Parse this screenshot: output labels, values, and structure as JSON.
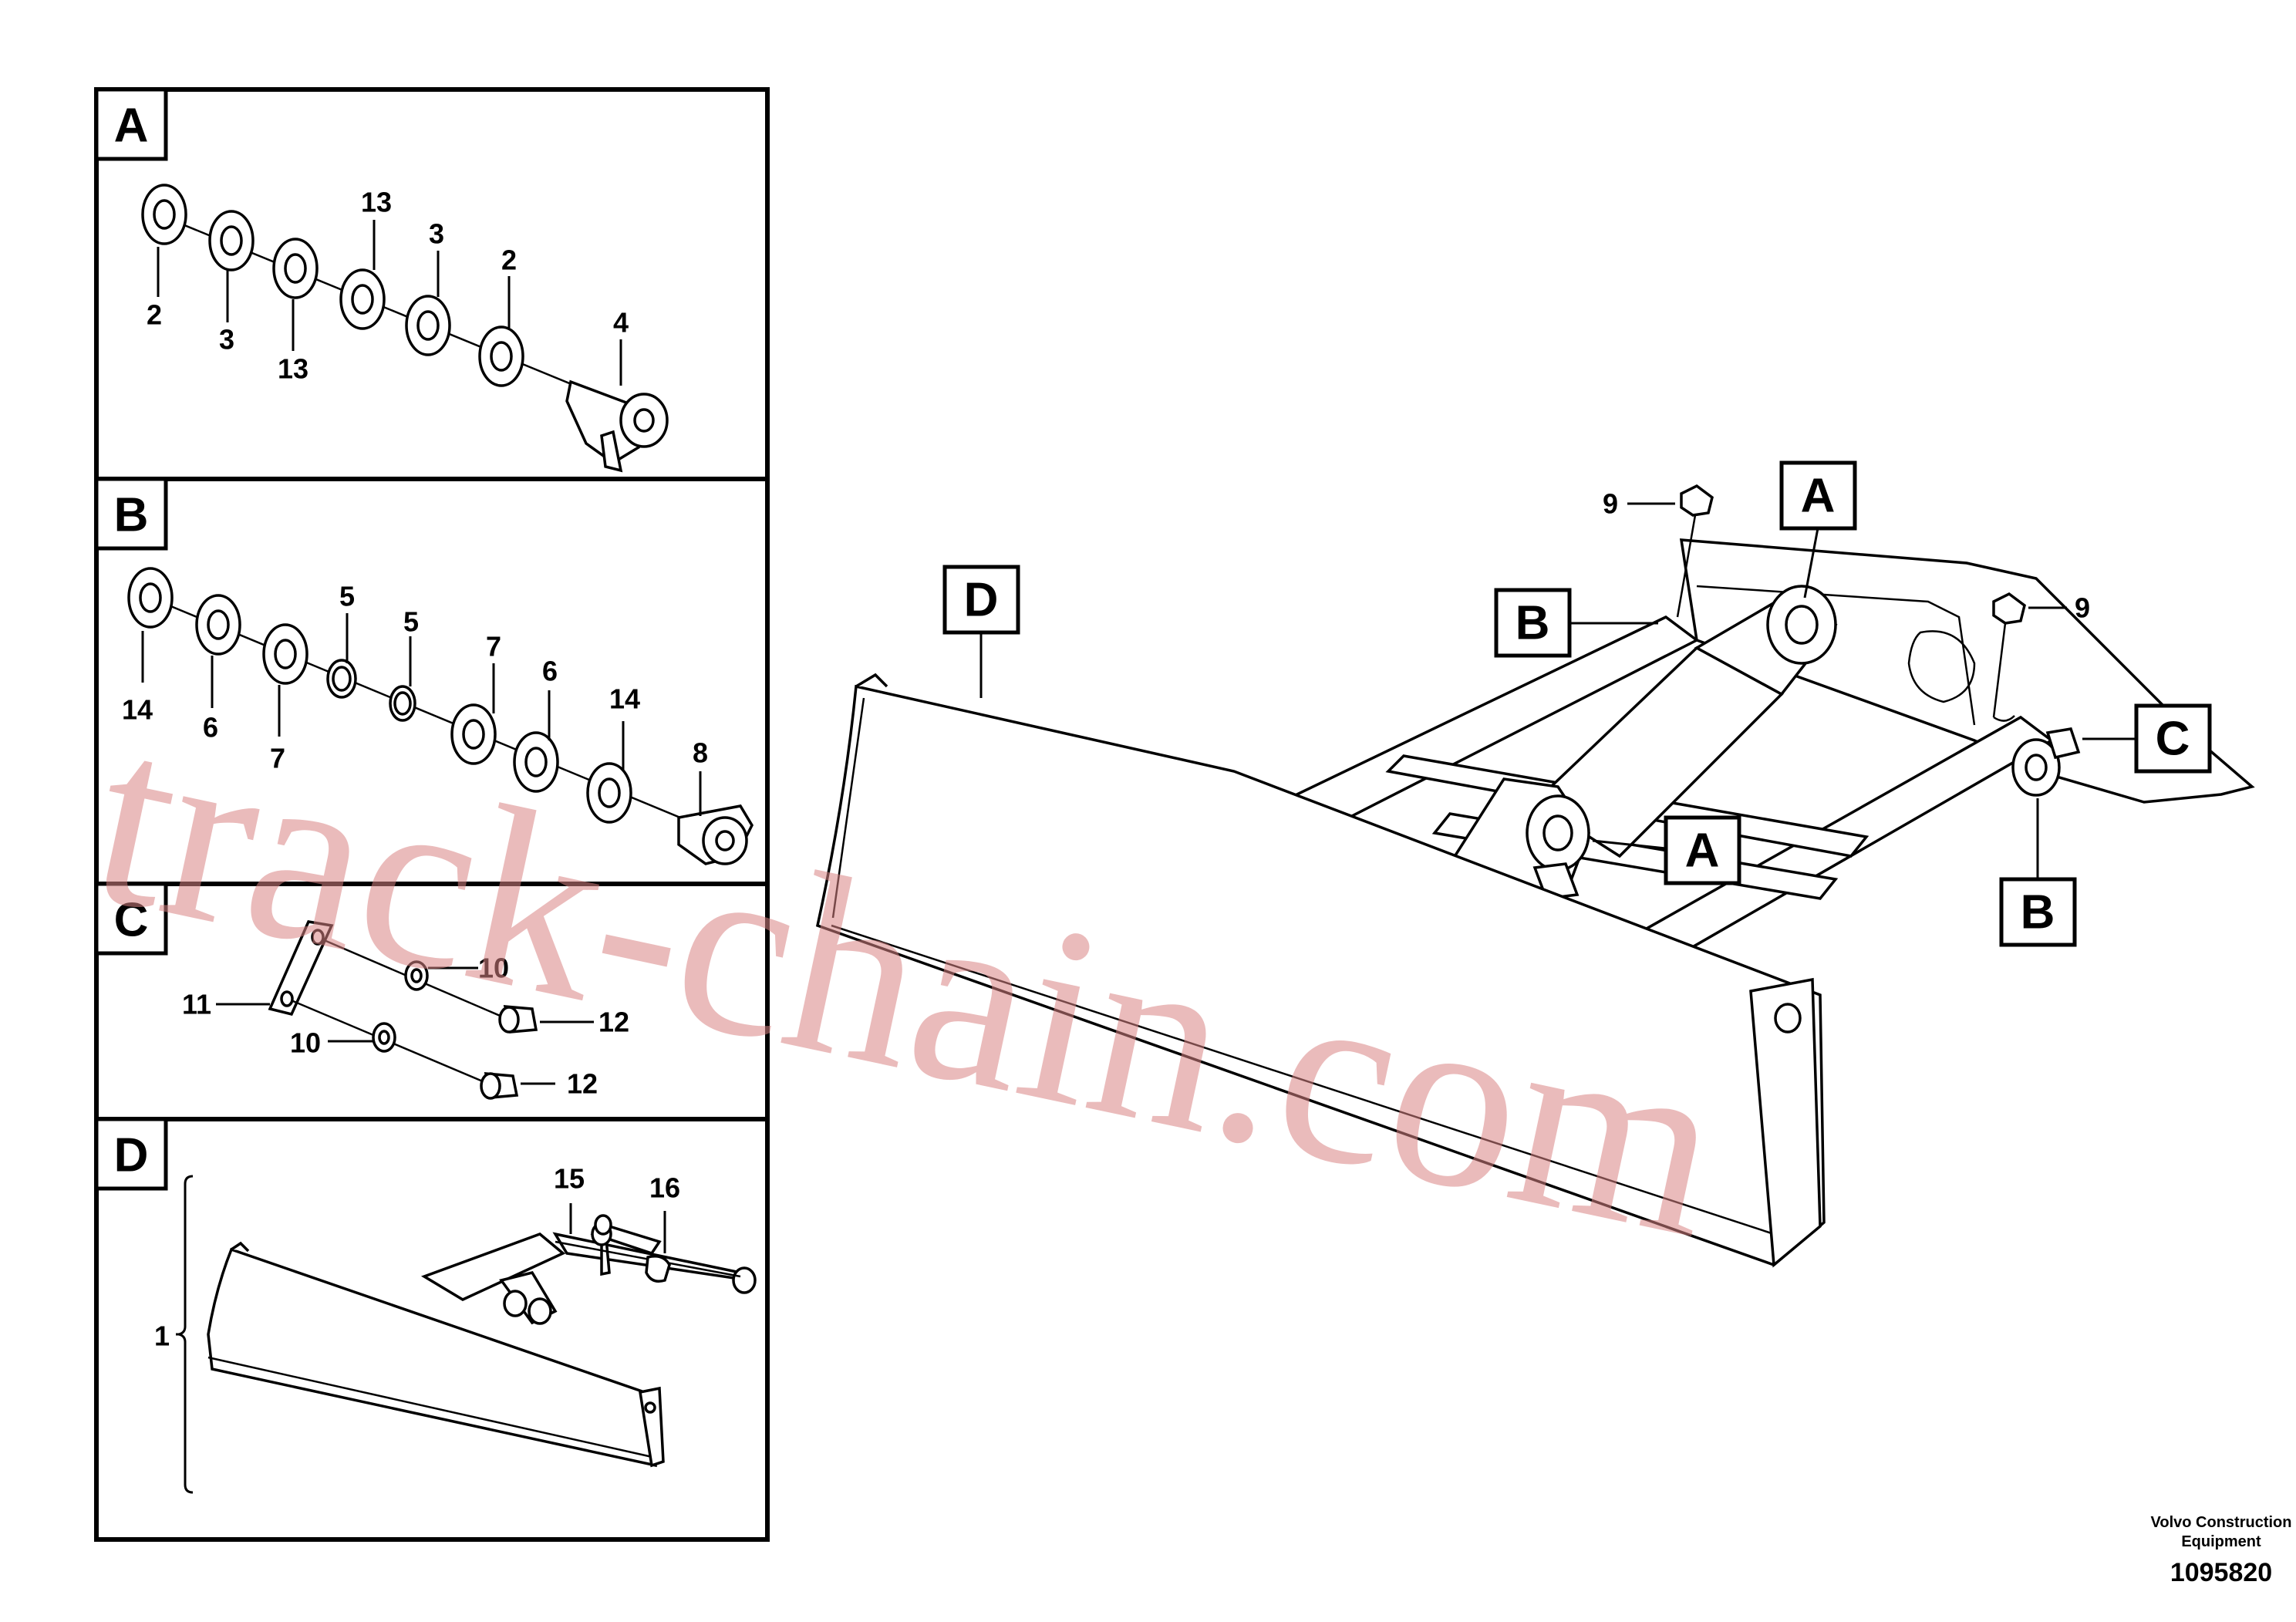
{
  "panels": {
    "A": {
      "tag": "A",
      "callouts": [
        {
          "label": "2"
        },
        {
          "label": "3"
        },
        {
          "label": "13"
        },
        {
          "label": "13"
        },
        {
          "label": "3"
        },
        {
          "label": "2"
        },
        {
          "label": "4"
        }
      ]
    },
    "B": {
      "tag": "B",
      "callouts": [
        {
          "label": "14"
        },
        {
          "label": "6"
        },
        {
          "label": "7"
        },
        {
          "label": "5"
        },
        {
          "label": "5"
        },
        {
          "label": "7"
        },
        {
          "label": "6"
        },
        {
          "label": "14"
        },
        {
          "label": "8"
        }
      ]
    },
    "C": {
      "tag": "C",
      "callouts": [
        {
          "label": "10"
        },
        {
          "label": "11"
        },
        {
          "label": "12"
        },
        {
          "label": "10"
        },
        {
          "label": "12"
        }
      ]
    },
    "D": {
      "tag": "D",
      "callouts": [
        {
          "label": "15"
        },
        {
          "label": "16"
        },
        {
          "label": "1"
        }
      ]
    }
  },
  "main": {
    "tags": [
      "D",
      "B",
      "A",
      "A",
      "C",
      "B"
    ],
    "callouts": [
      {
        "label": "9"
      },
      {
        "label": "9"
      }
    ]
  },
  "credit": {
    "line1": "Volvo Construction",
    "line2": "Equipment",
    "doc_number": "1095820"
  },
  "watermark": {
    "text": "track-chain.com",
    "color": "#d98484"
  }
}
